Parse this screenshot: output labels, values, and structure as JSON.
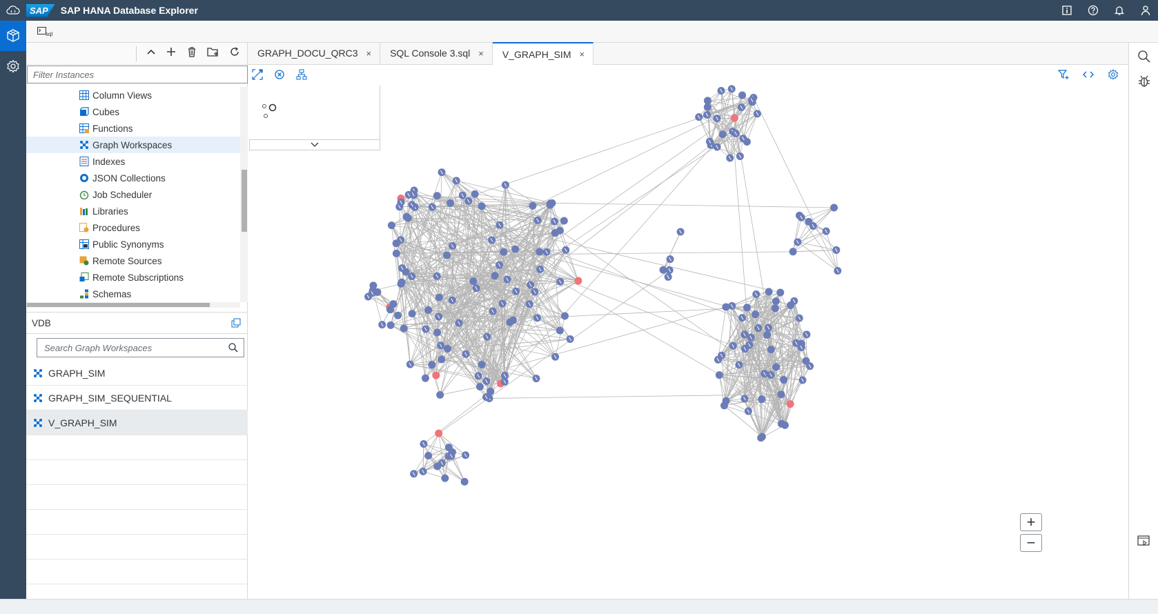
{
  "shell": {
    "logo": "SAP",
    "title": "SAP HANA Database Explorer",
    "actions": [
      "info-icon",
      "help-icon",
      "notifications-icon",
      "user-icon"
    ]
  },
  "leftnav": {
    "items": [
      "database-explorer-icon",
      "settings-icon"
    ]
  },
  "subtoolbar": {
    "sql_button_label": "sql"
  },
  "tree": {
    "filter_placeholder": "Filter Instances",
    "items": [
      {
        "label": "Column Views",
        "icon": "table-icon"
      },
      {
        "label": "Cubes",
        "icon": "cube-icon"
      },
      {
        "label": "Functions",
        "icon": "function-icon"
      },
      {
        "label": "Graph Workspaces",
        "icon": "graph-icon",
        "selected": true
      },
      {
        "label": "Indexes",
        "icon": "index-icon"
      },
      {
        "label": "JSON Collections",
        "icon": "json-icon"
      },
      {
        "label": "Job Scheduler",
        "icon": "clock-icon"
      },
      {
        "label": "Libraries",
        "icon": "library-icon"
      },
      {
        "label": "Procedures",
        "icon": "procedure-icon"
      },
      {
        "label": "Public Synonyms",
        "icon": "synonym-icon"
      },
      {
        "label": "Remote Sources",
        "icon": "remote-source-icon"
      },
      {
        "label": "Remote Subscriptions",
        "icon": "subscription-icon"
      },
      {
        "label": "Schemas",
        "icon": "schema-icon"
      }
    ]
  },
  "db": {
    "name": "VDB"
  },
  "workspaces": {
    "search_placeholder": "Search Graph Workspaces",
    "items": [
      {
        "label": "GRAPH_SIM"
      },
      {
        "label": "GRAPH_SIM_SEQUENTIAL"
      },
      {
        "label": "V_GRAPH_SIM",
        "selected": true
      }
    ]
  },
  "tabs": [
    {
      "label": "GRAPH_DOCU_QRC3",
      "close": "×"
    },
    {
      "label": "SQL Console 3.sql",
      "close": "×"
    },
    {
      "label": "V_GRAPH_SIM",
      "close": "×",
      "active": true
    }
  ],
  "graph_toolbar": {
    "left": [
      "fit-screen-icon",
      "clear-icon",
      "layout-icon"
    ],
    "right": [
      "filter-icon",
      "code-icon",
      "settings-icon"
    ]
  },
  "zoom": {
    "in_label": "+",
    "out_label": "−"
  },
  "colors": {
    "node": "#6b7db8",
    "highlight": "#f2737a",
    "edge": "#b5b5b5",
    "shell": "#354a5f",
    "accent": "#0a6ed1"
  }
}
